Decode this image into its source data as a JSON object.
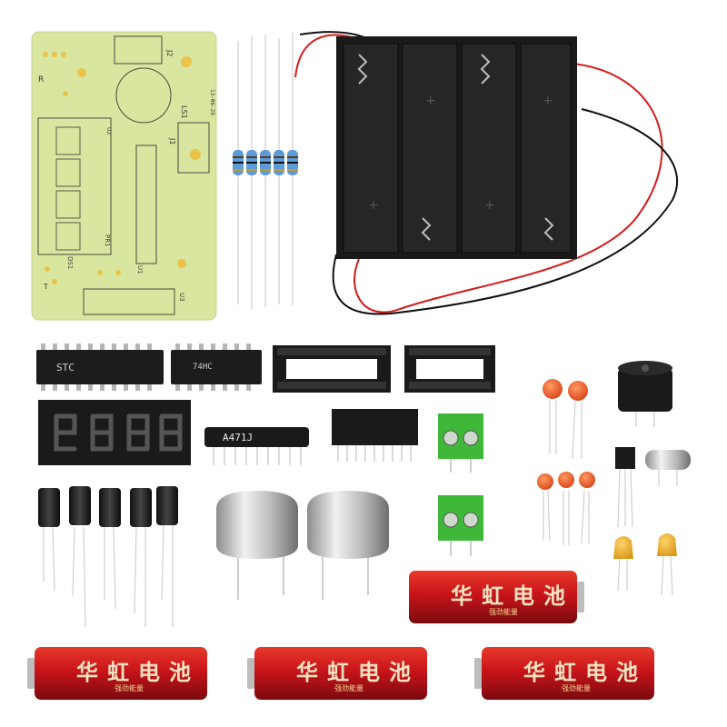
{
  "battery": {
    "brand_text": "华虹电池",
    "sub_text": "强劲能量"
  },
  "pcb": {
    "silk_r": "R",
    "silk_j2": "J2",
    "silk_j1": "J1",
    "silk_ls1": "LS1",
    "silk_ds1": "DS1",
    "silk_pr1": "PR1",
    "silk_u1": "U1",
    "silk_u2": "U2",
    "silk_u3": "U3",
    "silk_t": "T",
    "silk_date": "13-06-29"
  },
  "chips": {
    "mcu_mark": "STC",
    "driver_mark": "74HC",
    "array_mark": "A471J"
  },
  "holder_marks": [
    "+",
    "+",
    "+",
    "+"
  ],
  "colors": {
    "pcb": "#d8e6a0",
    "battery_red": "#c8141a",
    "wire_red": "#d41a1a",
    "terminal_green": "#3fb83a",
    "holder_black": "#1a1a1a"
  }
}
